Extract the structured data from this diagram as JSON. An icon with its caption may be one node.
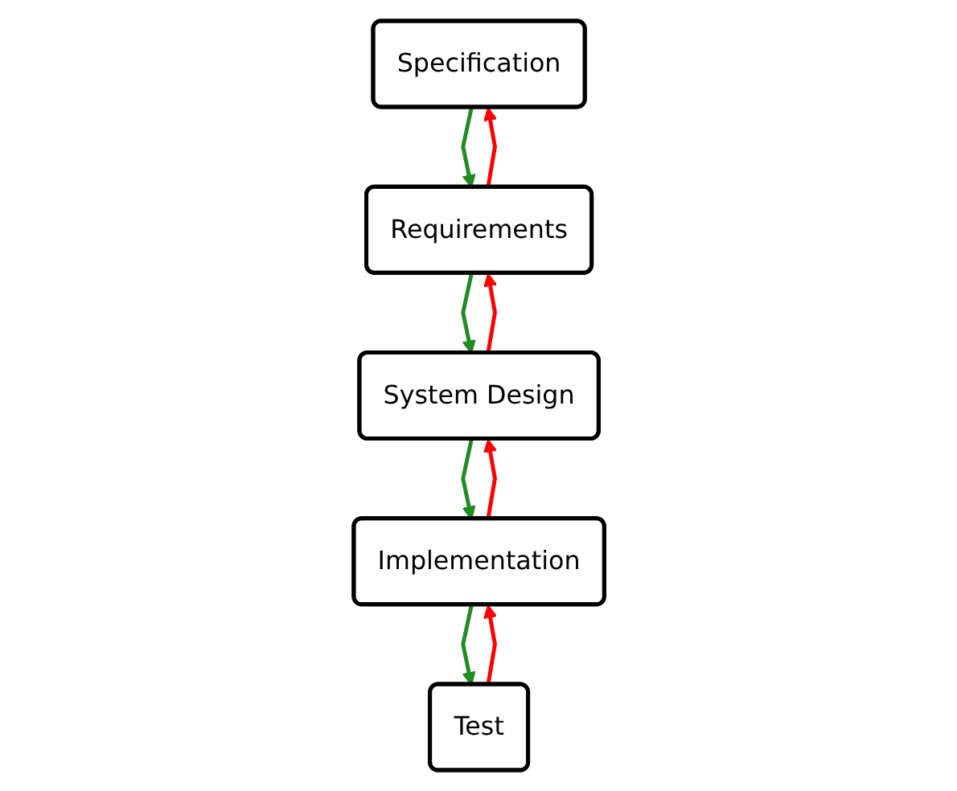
{
  "diagram": {
    "nodes": [
      {
        "text": [
          "Specification"
        ]
      },
      {
        "text": [
          "Requirements"
        ]
      },
      {
        "text": [
          "System Design"
        ]
      },
      {
        "text": [
          "Implementation"
        ]
      },
      {
        "text": [
          "Test"
        ]
      }
    ],
    "edges": [
      {
        "from": 0,
        "to": 1,
        "arrow": "to",
        "color": "#228b22"
      },
      {
        "from": 1,
        "to": 0,
        "arrow": "to",
        "color": "#ff0000"
      },
      {
        "from": 1,
        "to": 2,
        "arrow": "to",
        "color": "#228b22"
      },
      {
        "from": 2,
        "to": 1,
        "arrow": "to",
        "color": "#ff0000"
      },
      {
        "from": 2,
        "to": 3,
        "arrow": "to",
        "color": "#228b22"
      },
      {
        "from": 3,
        "to": 2,
        "arrow": "to",
        "color": "#ff0000"
      },
      {
        "from": 3,
        "to": 4,
        "arrow": "to",
        "color": "#228b22"
      },
      {
        "from": 4,
        "to": 3,
        "arrow": "to",
        "color": "#ff0000"
      }
    ]
  }
}
